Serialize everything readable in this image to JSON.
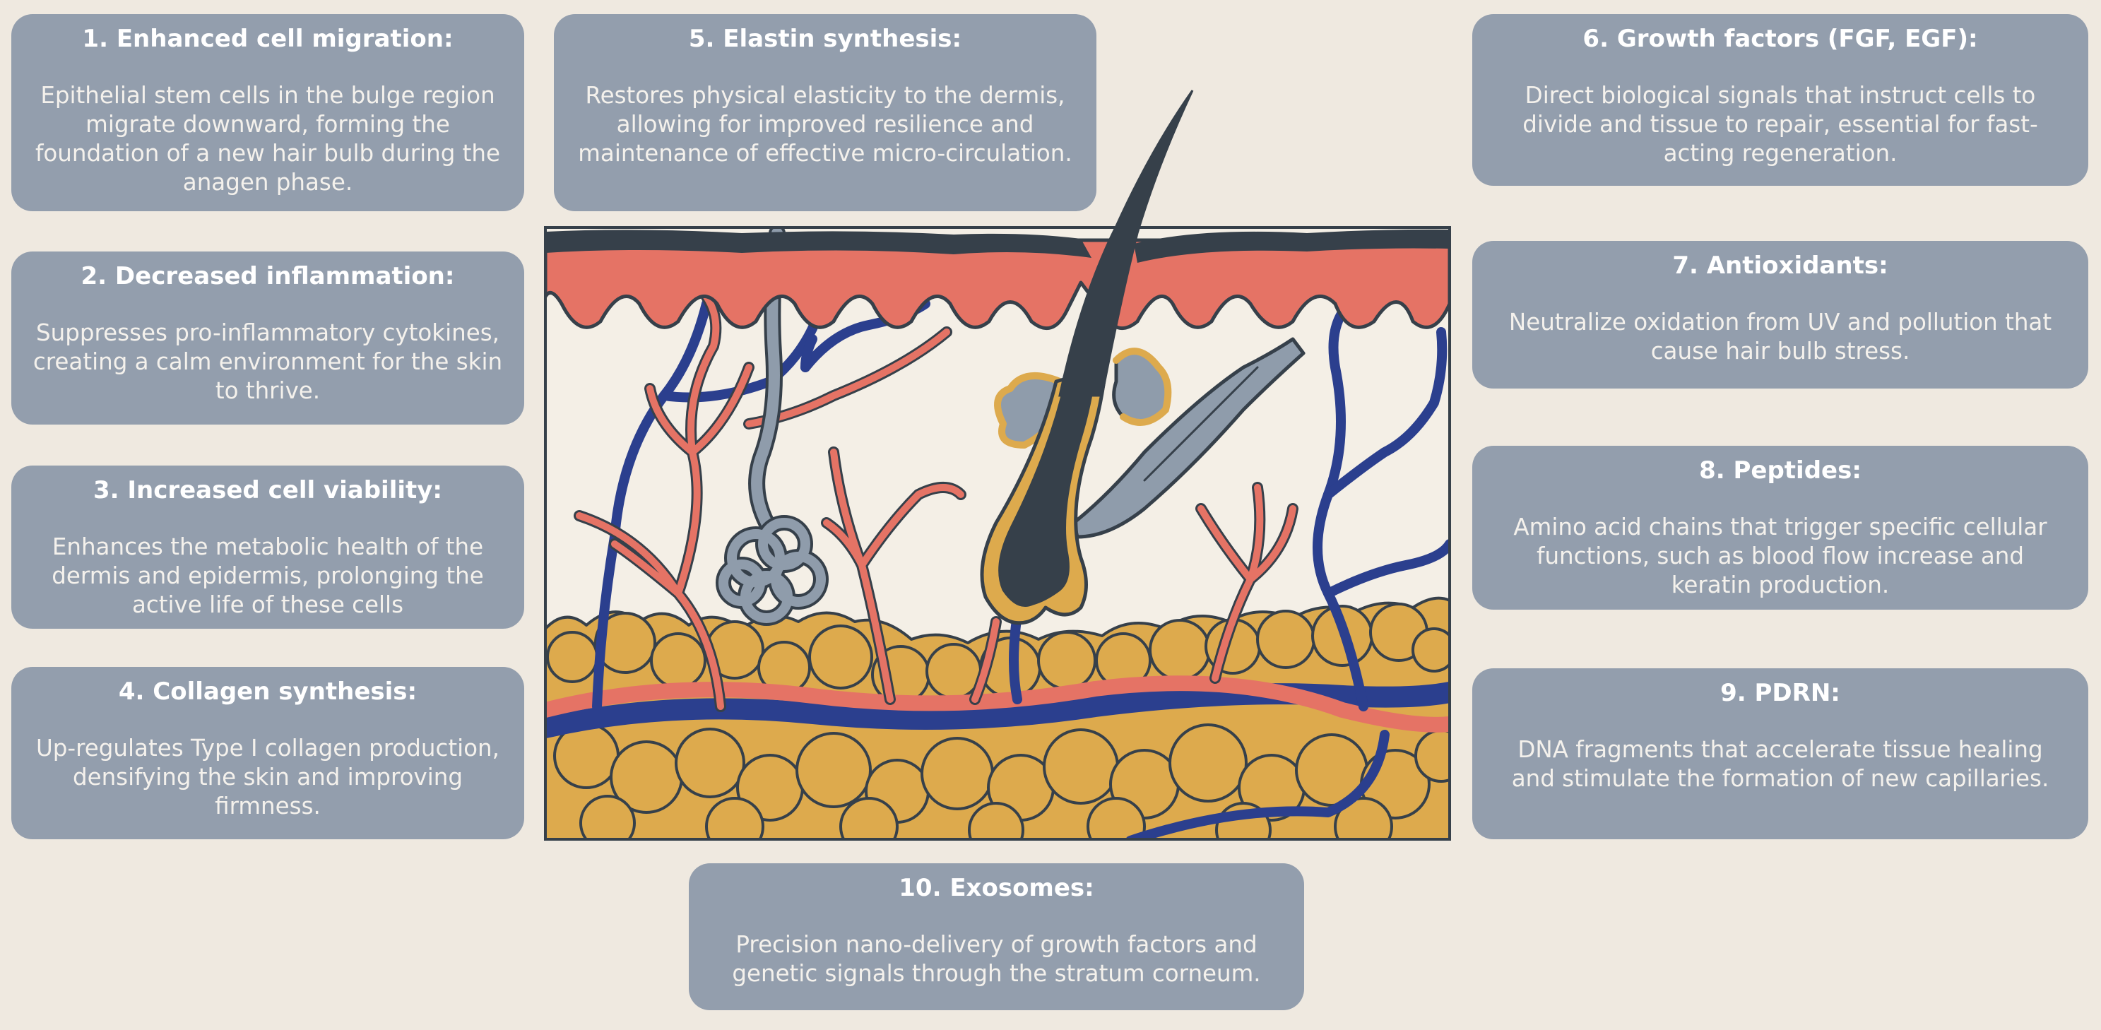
{
  "cards": [
    {
      "title": "1. Enhanced cell migration:",
      "text": "Epithelial stem cells in the bulge region migrate downward, forming the foundation of a new hair bulb during the anagen phase."
    },
    {
      "title": "2. Decreased inflammation:",
      "text": "Suppresses pro-inflammatory cytokines, creating a calm environment for the skin to thrive."
    },
    {
      "title": "3. Increased cell viability:",
      "text": "Enhances the metabolic health of the dermis and epidermis, prolonging the active life of these cells"
    },
    {
      "title": "4. Collagen synthesis:",
      "text": "Up-regulates Type I collagen production, densifying the skin and improving firmness."
    },
    {
      "title": "5. Elastin synthesis:",
      "text": "Restores physical elasticity to the dermis, allowing for improved resilience and maintenance of effective micro-circulation."
    },
    {
      "title": "6. Growth factors (FGF, EGF):",
      "text": "Direct biological signals that instruct cells to divide and tissue to repair, essential for fast-acting regeneration."
    },
    {
      "title": "7. Antioxidants:",
      "text": "Neutralize oxidation from UV and pollution that cause hair bulb stress."
    },
    {
      "title": "8. Peptides:",
      "text": "Amino acid chains that trigger specific cellular functions, such as blood flow increase and keratin production."
    },
    {
      "title": "9. PDRN:",
      "text": "DNA fragments that accelerate tissue healing and stimulate the formation of new capillaries."
    },
    {
      "title": "10. Exosomes:",
      "text": "Precision nano-delivery of growth factors and genetic signals through the stratum corneum."
    }
  ],
  "colors": {
    "background": "#efe9e0",
    "card": "#939ead",
    "epidermis": "#e57365",
    "outline": "#36404a",
    "vein": "#2b3f8e",
    "artery": "#e57365",
    "fat": "#ddaa4d",
    "gland": "#8f9cab"
  }
}
